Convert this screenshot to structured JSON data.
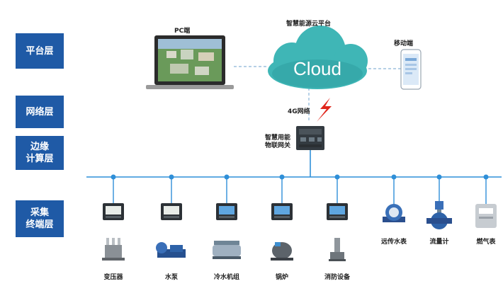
{
  "layers": [
    {
      "label": "平台层"
    },
    {
      "label": "网络层"
    },
    {
      "label": "边缘\n计算层"
    },
    {
      "label": "采集\n终端层"
    }
  ],
  "platform": {
    "cloud_title": "智慧能源云平台",
    "cloud_text": "Cloud",
    "pc_label": "PC端",
    "mobile_label": "移动端"
  },
  "network": {
    "link_label": "4G网络"
  },
  "gateway": {
    "label_line1": "智慧用能",
    "label_line2": "物联网关"
  },
  "devices": [
    {
      "meter": "multifunction-meter",
      "equipment": "transformer",
      "label": "变压器"
    },
    {
      "meter": "multifunction-meter",
      "equipment": "water-pump",
      "label": "水泵"
    },
    {
      "meter": "protection-relay",
      "equipment": "chiller-unit",
      "label": "冷水机组"
    },
    {
      "meter": "protection-relay",
      "equipment": "boiler",
      "label": "锅炉"
    },
    {
      "meter": "protection-relay",
      "equipment": "fire-equipment",
      "label": "消防设备"
    },
    {
      "meter": "remote-water-meter",
      "equipment": "",
      "label": "远传水表"
    },
    {
      "meter": "flow-meter",
      "equipment": "",
      "label": "流量计"
    },
    {
      "meter": "gas-meter",
      "equipment": "",
      "label": "燃气表"
    }
  ],
  "colors": {
    "layer_box": "#1f5aa6",
    "cloud": "#3fb6b6",
    "bus": "#2f8fd8",
    "lightning": "#e0261c"
  }
}
